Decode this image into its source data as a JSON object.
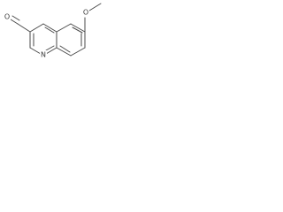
{
  "structure": {
    "atoms": {
      "aldehyde_oxygen": "O",
      "pyridine_nitrogen": "N",
      "methoxy_oxygen": "O"
    },
    "colors": {
      "bond": "#4a4a4a",
      "label": "#3a3a3a",
      "background": "#ffffff"
    }
  }
}
